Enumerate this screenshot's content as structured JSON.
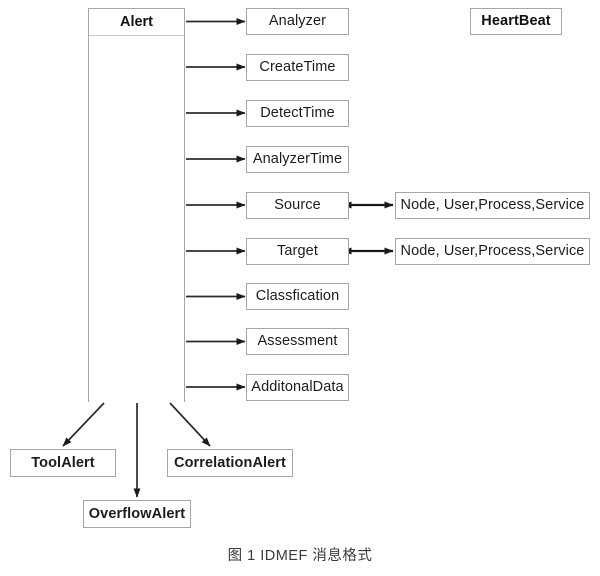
{
  "figure": {
    "caption": "图 1  IDMEF 消息格式",
    "colors": {
      "box_border": "#a6a6a6",
      "arrow": "#1a1a1a",
      "text": "#1c1c1c",
      "background": "#ffffff"
    }
  },
  "root_class": {
    "label": "Alert",
    "name": "alert-class"
  },
  "standalone_class": {
    "label": "HeartBeat"
  },
  "attributes": [
    {
      "label": "Analyzer"
    },
    {
      "label": "CreateTime"
    },
    {
      "label": "DetectTime"
    },
    {
      "label": "AnalyzerTime"
    },
    {
      "label": "Source"
    },
    {
      "label": "Target"
    },
    {
      "label": "Classfication"
    },
    {
      "label": "Assessment"
    },
    {
      "label": "AdditonalData"
    }
  ],
  "aggregates": [
    {
      "label": "Node, User,Process,Service",
      "linked_to": "Source"
    },
    {
      "label": "Node, User,Process,Service",
      "linked_to": "Target"
    }
  ],
  "subclasses": [
    {
      "label": "ToolAlert"
    },
    {
      "label": "OverflowAlert"
    },
    {
      "label": "CorrelationAlert"
    }
  ]
}
